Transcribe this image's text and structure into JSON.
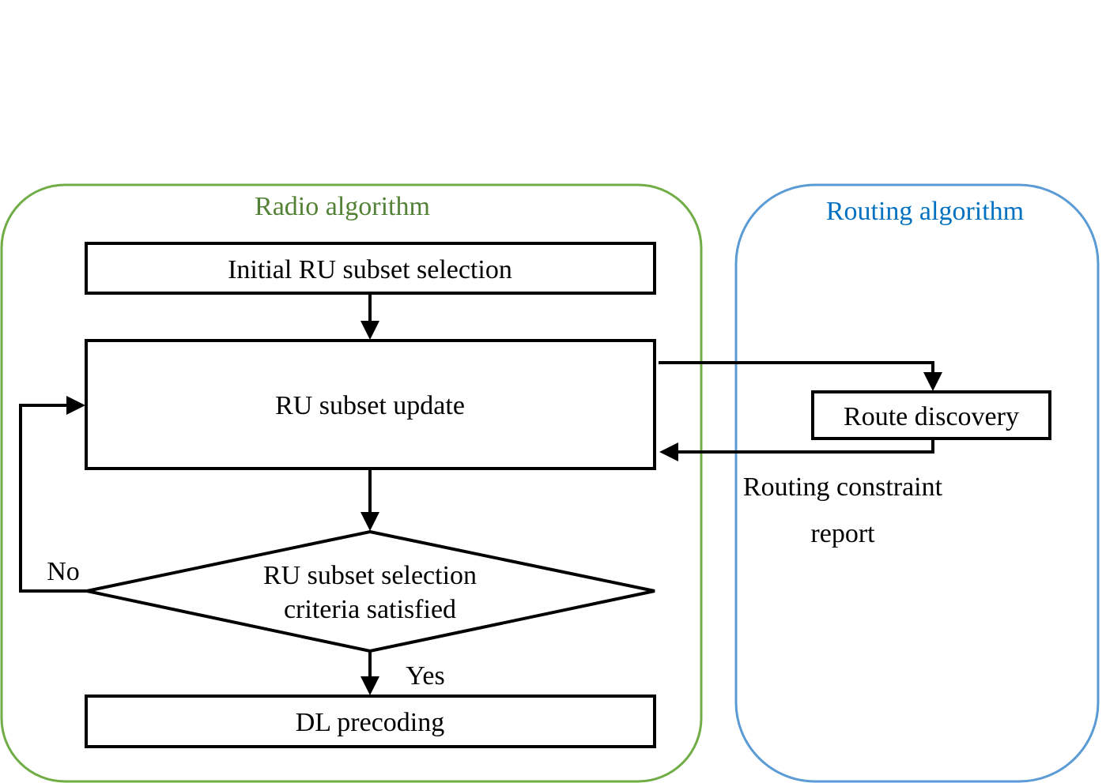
{
  "colors": {
    "radio_group": "#70ad47",
    "routing_group": "#5b9bd5",
    "routing_title": "#0070c0",
    "stroke": "#000000"
  },
  "groups": {
    "radio": {
      "title": "Radio algorithm"
    },
    "routing": {
      "title": "Routing algorithm"
    }
  },
  "nodes": {
    "initial_selection": "Initial RU subset selection",
    "subset_update": "RU subset update",
    "criteria_line1": "RU subset selection",
    "criteria_line2": "criteria satisfied",
    "dl_precoding": "DL precoding",
    "route_discovery": "Route discovery"
  },
  "edges": {
    "no_label": "No",
    "yes_label": "Yes",
    "constraint_line1": "Routing constraint",
    "constraint_line2": "report"
  }
}
